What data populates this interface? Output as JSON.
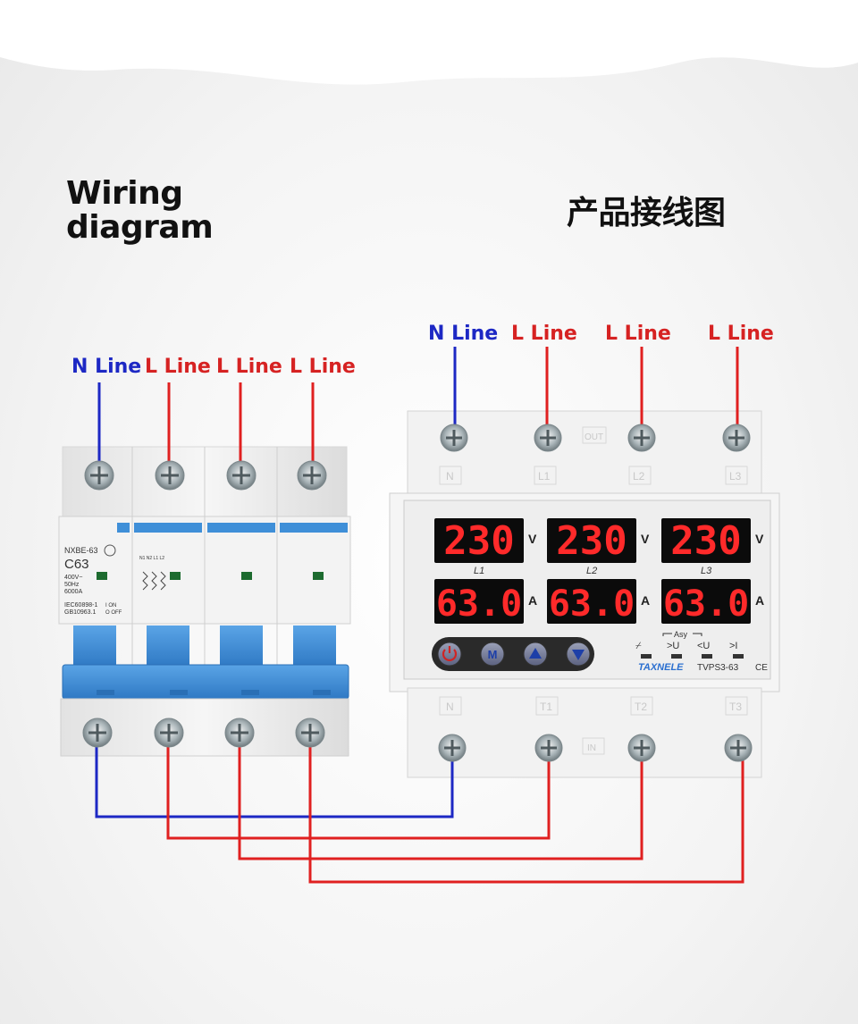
{
  "titles": {
    "english_line1": "Wiring",
    "english_line2": "diagram",
    "chinese": "产品接线图"
  },
  "breaker_labels": [
    "N Line",
    "L Line",
    "L Line",
    "L Line"
  ],
  "protector_labels": [
    "N Line",
    "L Line",
    "L Line",
    "L Line"
  ],
  "breaker": {
    "model": "NXBE-63",
    "rating": "C63",
    "spec1": "400V~",
    "spec2": "50Hz",
    "spec3": "6000A",
    "standard1": "IEC60898-1",
    "standard2": "GB10963.1",
    "on_text": "I ON",
    "off_text": "O OFF",
    "terminal_text": "N1 N2 L1 L2"
  },
  "protector": {
    "brand": "TAXNELE",
    "model": "TVPS3-63",
    "ce_mark": "CE",
    "out_tag": "OUT",
    "in_tag": "IN",
    "top_terminals": [
      "N",
      "L1",
      "L2",
      "L3"
    ],
    "bottom_terminals": [
      "N",
      "T1",
      "T2",
      "T3"
    ],
    "voltage_readings": [
      "230",
      "230",
      "230"
    ],
    "current_readings": [
      "63.0",
      "63.0",
      "63.0"
    ],
    "phase_labels": [
      "L1",
      "L2",
      "L3"
    ],
    "voltage_unit": "V",
    "current_unit": "A",
    "asy_label": "Asy",
    "status_indicators": [
      "⌿",
      ">U",
      "<U",
      ">I"
    ],
    "buttons": [
      "power",
      "M",
      "up",
      "down"
    ]
  },
  "colors": {
    "neutral_wire": "#1d28c4",
    "live_wire": "#e02020",
    "breaker_blue": "#3f8fd8",
    "display_red": "#ff2a2a"
  }
}
